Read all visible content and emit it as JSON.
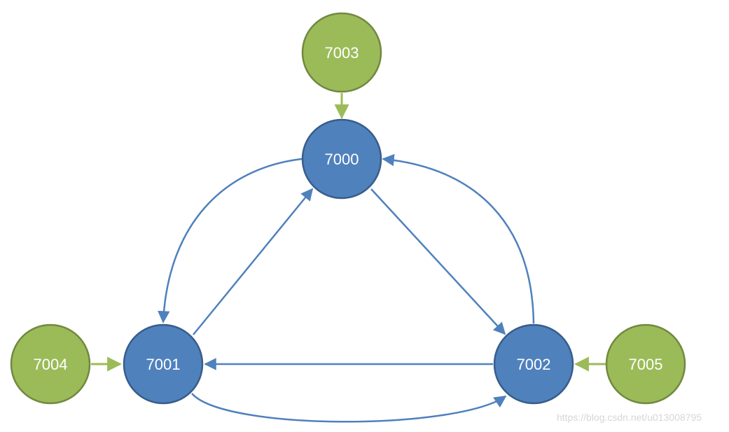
{
  "diagram": {
    "nodes": [
      {
        "id": "7000",
        "label": "7000",
        "role": "master",
        "fill": "#4f81bd",
        "stroke": "#385d8a"
      },
      {
        "id": "7001",
        "label": "7001",
        "role": "master",
        "fill": "#4f81bd",
        "stroke": "#385d8a"
      },
      {
        "id": "7002",
        "label": "7002",
        "role": "master",
        "fill": "#4f81bd",
        "stroke": "#385d8a"
      },
      {
        "id": "7003",
        "label": "7003",
        "role": "replica",
        "fill": "#9bbb59",
        "stroke": "#71893f"
      },
      {
        "id": "7004",
        "label": "7004",
        "role": "replica",
        "fill": "#9bbb59",
        "stroke": "#71893f"
      },
      {
        "id": "7005",
        "label": "7005",
        "role": "replica",
        "fill": "#9bbb59",
        "stroke": "#71893f"
      }
    ],
    "edges": [
      {
        "from": "7003",
        "to": "7000",
        "color": "#9bbb59"
      },
      {
        "from": "7004",
        "to": "7001",
        "color": "#9bbb59"
      },
      {
        "from": "7005",
        "to": "7002",
        "color": "#9bbb59"
      },
      {
        "from": "7000",
        "to": "7001",
        "color": "#4f81bd",
        "style": "curved"
      },
      {
        "from": "7001",
        "to": "7000",
        "color": "#4f81bd",
        "style": "straight"
      },
      {
        "from": "7000",
        "to": "7002",
        "color": "#4f81bd",
        "style": "straight"
      },
      {
        "from": "7002",
        "to": "7000",
        "color": "#4f81bd",
        "style": "curved"
      },
      {
        "from": "7002",
        "to": "7001",
        "color": "#4f81bd",
        "style": "straight"
      },
      {
        "from": "7001",
        "to": "7002",
        "color": "#4f81bd",
        "style": "curved"
      }
    ]
  },
  "watermark": "https://blog.csdn.net/u013008795"
}
